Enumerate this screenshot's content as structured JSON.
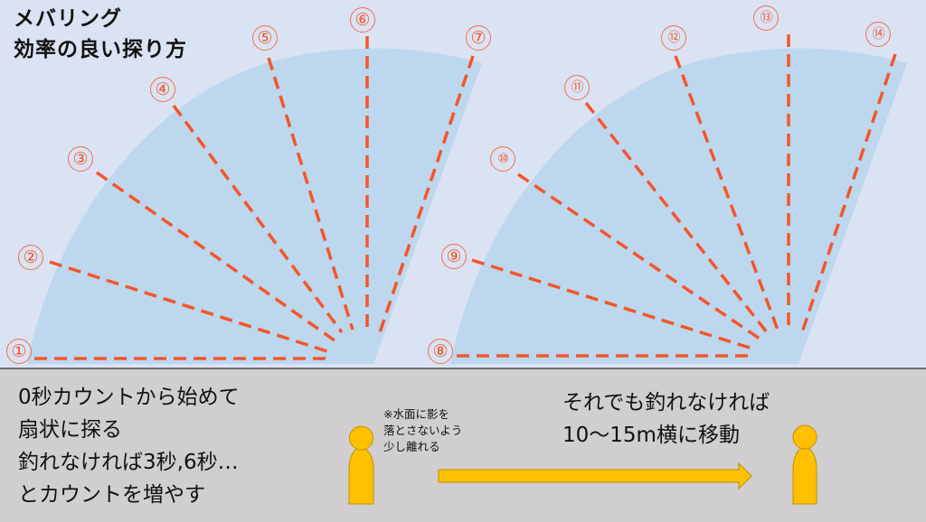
{
  "title": {
    "line1": "メバリング",
    "line2": "効率の良い探り方"
  },
  "colors": {
    "sky": "#dae3f3",
    "fan": "#bdd7ee",
    "dash": "#f4562a",
    "ground": "#d0cece",
    "figure": "#ffc000",
    "figure_outline": "#bf9000"
  },
  "left_fan": {
    "labels": [
      "①",
      "②",
      "③",
      "④",
      "⑤",
      "⑥",
      "⑦"
    ]
  },
  "right_fan": {
    "labels": [
      "⑧",
      "⑨",
      "⑩",
      "⑪",
      "⑫",
      "⑬",
      "⑭"
    ]
  },
  "instructions": {
    "line1": "0秒カウントから始めて",
    "line2": "扇状に探る",
    "line3": "釣れなければ3秒,6秒…",
    "line4": "とカウントを増やす"
  },
  "note": {
    "line1": "※水面に影を",
    "line2": "落とさないよう",
    "line3": "少し離れる"
  },
  "move_text": {
    "line1": "それでも釣れなければ",
    "line2": "10〜15m横に移動"
  }
}
